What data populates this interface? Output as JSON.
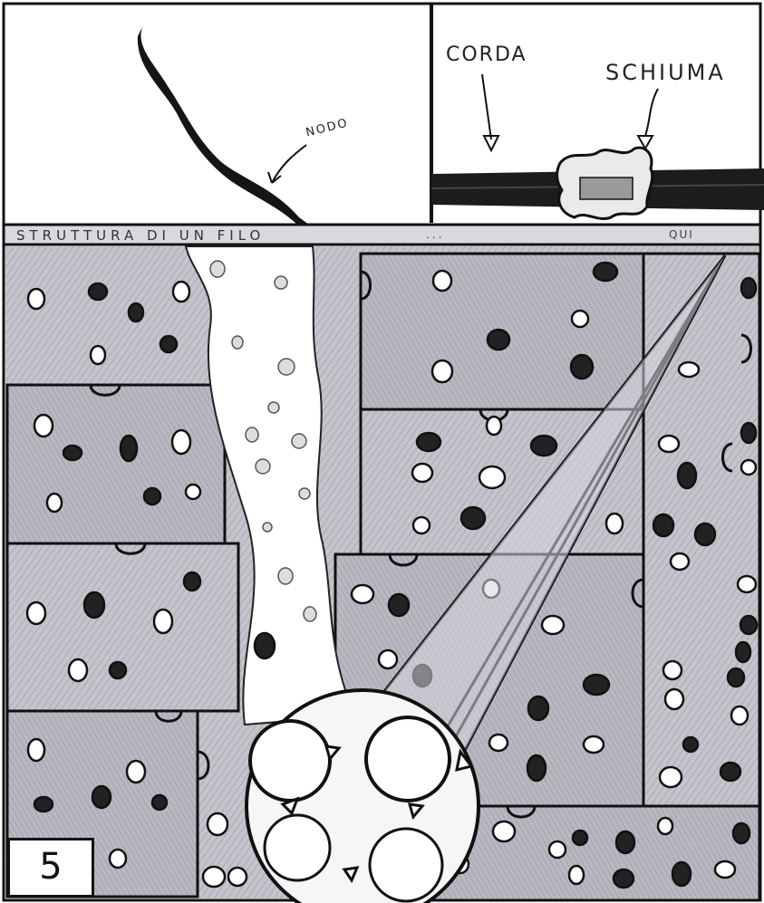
{
  "labels": {
    "corda": "CORDA",
    "schiuma": "SCHIUMA",
    "nodo": "NODO",
    "strip": "STRUTTURA DI UN FILO",
    "strip_2": "...",
    "strip_3": "QUI"
  },
  "panel_number": "5",
  "colors": {
    "ink": "#111111",
    "rock": "#bdbdc6",
    "rock_dark": "#9e9ea8",
    "paper": "#ffffff"
  },
  "icons": [
    "rope-icon",
    "knot-icon",
    "foam-icon",
    "arrow-icon",
    "sphere-icon",
    "light-beam-icon"
  ]
}
